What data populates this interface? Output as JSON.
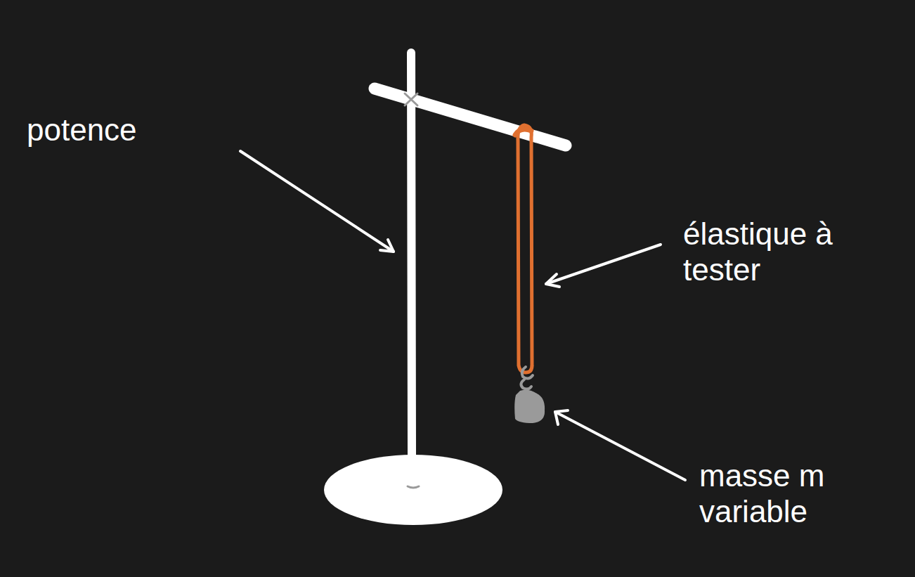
{
  "diagram": {
    "labels": [
      "potence",
      "élastique à tester",
      "masse m variable"
    ]
  }
}
